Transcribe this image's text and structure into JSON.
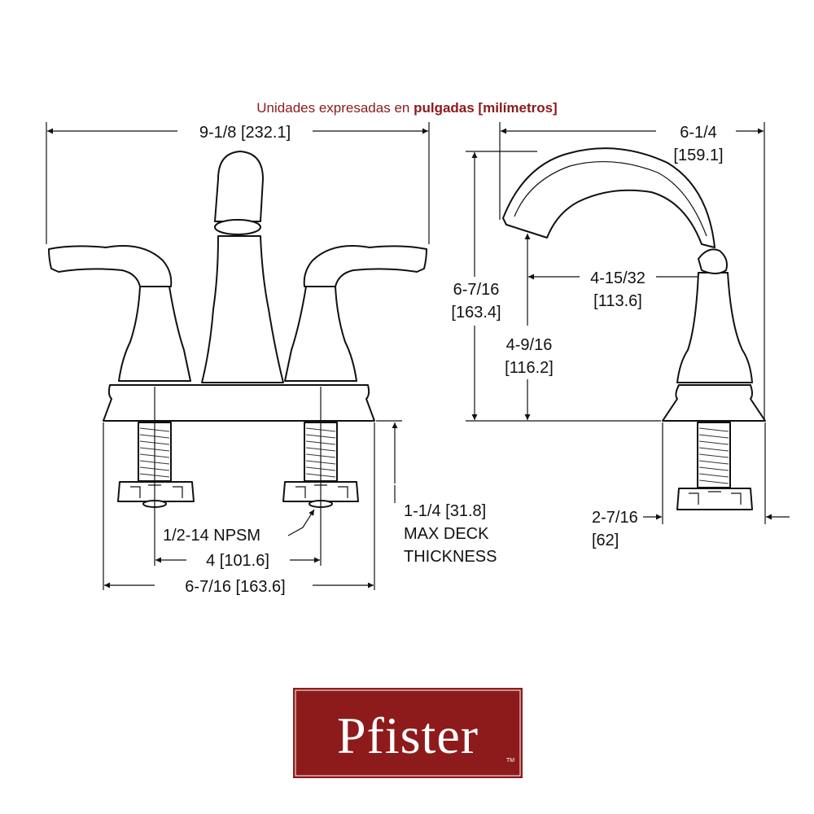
{
  "header": {
    "units_prefix": "Unidades expresadas en ",
    "units_bold": "pulgadas [milímetros]"
  },
  "front_view": {
    "overall_width": "9-1/8   [232.1]",
    "thread": "1/2-14 NPSM",
    "center_spacing": "4   [101.6]",
    "base_width": "6-7/16   [163.6]",
    "deck_line1": "1-1/4   [31.8]",
    "deck_line2": "MAX DECK",
    "deck_line3": "THICKNESS"
  },
  "side_view": {
    "depth_line1": "6-1/4",
    "depth_line2": "[159.1]",
    "height_line1": "6-7/16",
    "height_line2": "[163.4]",
    "spout_reach_line1": "4-15/32",
    "spout_reach_line2": "[113.6]",
    "spout_height_line1": "4-9/16",
    "spout_height_line2": "[116.2]",
    "base_depth_line1": "2-7/16",
    "base_depth_line2": "[62]"
  },
  "logo": {
    "text": "Pfister",
    "trademark": "TM",
    "bg_color": "#8e1b1b"
  }
}
